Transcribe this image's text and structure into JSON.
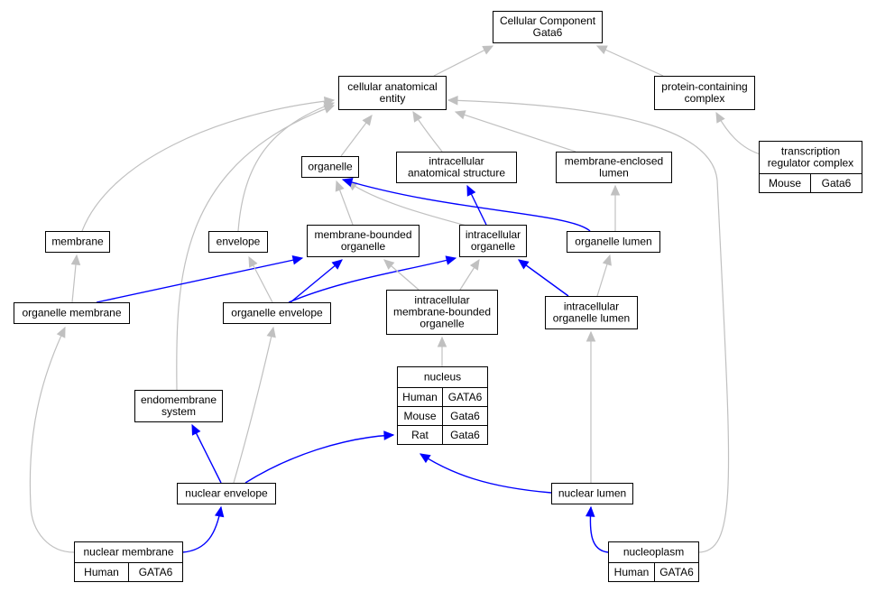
{
  "colors": {
    "is_a_edge": "#c0c0c0",
    "part_of_edge": "#0000ff",
    "species": {
      "Human": "#f4634a",
      "Mouse": "#add8e6",
      "Rat": "#ffd700"
    }
  },
  "nodes": {
    "root": {
      "lines": [
        "Cellular Component",
        "Gata6"
      ]
    },
    "cae": {
      "lines": [
        "cellular anatomical",
        "entity"
      ]
    },
    "pcc": {
      "lines": [
        "protein-containing",
        "complex"
      ]
    },
    "trc": {
      "lines": [
        "transcription",
        "regulator complex"
      ],
      "annotations": [
        [
          "Mouse",
          "Gata6"
        ]
      ]
    },
    "organelle": {
      "lines": [
        "organelle"
      ]
    },
    "ias": {
      "lines": [
        "intracellular",
        "anatomical structure"
      ]
    },
    "mel": {
      "lines": [
        "membrane-enclosed",
        "lumen"
      ]
    },
    "membrane": {
      "lines": [
        "membrane"
      ]
    },
    "envelope": {
      "lines": [
        "envelope"
      ]
    },
    "mbo": {
      "lines": [
        "membrane-bounded",
        "organelle"
      ]
    },
    "io": {
      "lines": [
        "intracellular",
        "organelle"
      ]
    },
    "ol": {
      "lines": [
        "organelle lumen"
      ]
    },
    "om": {
      "lines": [
        "organelle membrane"
      ]
    },
    "oe": {
      "lines": [
        "organelle envelope"
      ]
    },
    "imbo": {
      "lines": [
        "intracellular",
        "membrane-bounded",
        "organelle"
      ]
    },
    "iol": {
      "lines": [
        "intracellular",
        "organelle lumen"
      ]
    },
    "nucleus": {
      "lines": [
        "nucleus"
      ],
      "annotations": [
        [
          "Human",
          "GATA6"
        ],
        [
          "Mouse",
          "Gata6"
        ],
        [
          "Rat",
          "Gata6"
        ]
      ]
    },
    "es": {
      "lines": [
        "endomembrane",
        "system"
      ]
    },
    "ne": {
      "lines": [
        "nuclear envelope"
      ]
    },
    "nl": {
      "lines": [
        "nuclear lumen"
      ]
    },
    "nm": {
      "lines": [
        "nuclear membrane"
      ],
      "annotations": [
        [
          "Human",
          "GATA6"
        ]
      ]
    },
    "np": {
      "lines": [
        "nucleoplasm"
      ],
      "annotations": [
        [
          "Human",
          "GATA6"
        ]
      ]
    }
  },
  "edges": [
    {
      "from": "cae",
      "to": "root",
      "type": "is_a"
    },
    {
      "from": "pcc",
      "to": "root",
      "type": "is_a"
    },
    {
      "from": "trc",
      "to": "pcc",
      "type": "is_a"
    },
    {
      "from": "organelle",
      "to": "cae",
      "type": "is_a"
    },
    {
      "from": "ias",
      "to": "cae",
      "type": "is_a"
    },
    {
      "from": "mel",
      "to": "cae",
      "type": "is_a"
    },
    {
      "from": "membrane",
      "to": "cae",
      "type": "is_a"
    },
    {
      "from": "envelope",
      "to": "cae",
      "type": "is_a"
    },
    {
      "from": "es",
      "to": "cae",
      "type": "is_a"
    },
    {
      "from": "np",
      "to": "cae",
      "type": "is_a"
    },
    {
      "from": "mbo",
      "to": "organelle",
      "type": "is_a"
    },
    {
      "from": "io",
      "to": "organelle",
      "type": "is_a"
    },
    {
      "from": "ol",
      "to": "organelle",
      "type": "part_of"
    },
    {
      "from": "io",
      "to": "ias",
      "type": "part_of"
    },
    {
      "from": "ol",
      "to": "mel",
      "type": "is_a"
    },
    {
      "from": "om",
      "to": "membrane",
      "type": "is_a"
    },
    {
      "from": "om",
      "to": "mbo",
      "type": "part_of"
    },
    {
      "from": "oe",
      "to": "envelope",
      "type": "is_a"
    },
    {
      "from": "oe",
      "to": "mbo",
      "type": "part_of"
    },
    {
      "from": "oe",
      "to": "io",
      "type": "part_of"
    },
    {
      "from": "imbo",
      "to": "mbo",
      "type": "is_a"
    },
    {
      "from": "imbo",
      "to": "io",
      "type": "is_a"
    },
    {
      "from": "iol",
      "to": "io",
      "type": "part_of"
    },
    {
      "from": "iol",
      "to": "ol",
      "type": "is_a"
    },
    {
      "from": "nucleus",
      "to": "imbo",
      "type": "is_a"
    },
    {
      "from": "nm",
      "to": "om",
      "type": "is_a"
    },
    {
      "from": "nm",
      "to": "ne",
      "type": "part_of"
    },
    {
      "from": "ne",
      "to": "oe",
      "type": "is_a"
    },
    {
      "from": "ne",
      "to": "es",
      "type": "part_of"
    },
    {
      "from": "ne",
      "to": "nucleus",
      "type": "part_of"
    },
    {
      "from": "nl",
      "to": "iol",
      "type": "is_a"
    },
    {
      "from": "nl",
      "to": "nucleus",
      "type": "part_of"
    },
    {
      "from": "np",
      "to": "nl",
      "type": "part_of"
    }
  ]
}
